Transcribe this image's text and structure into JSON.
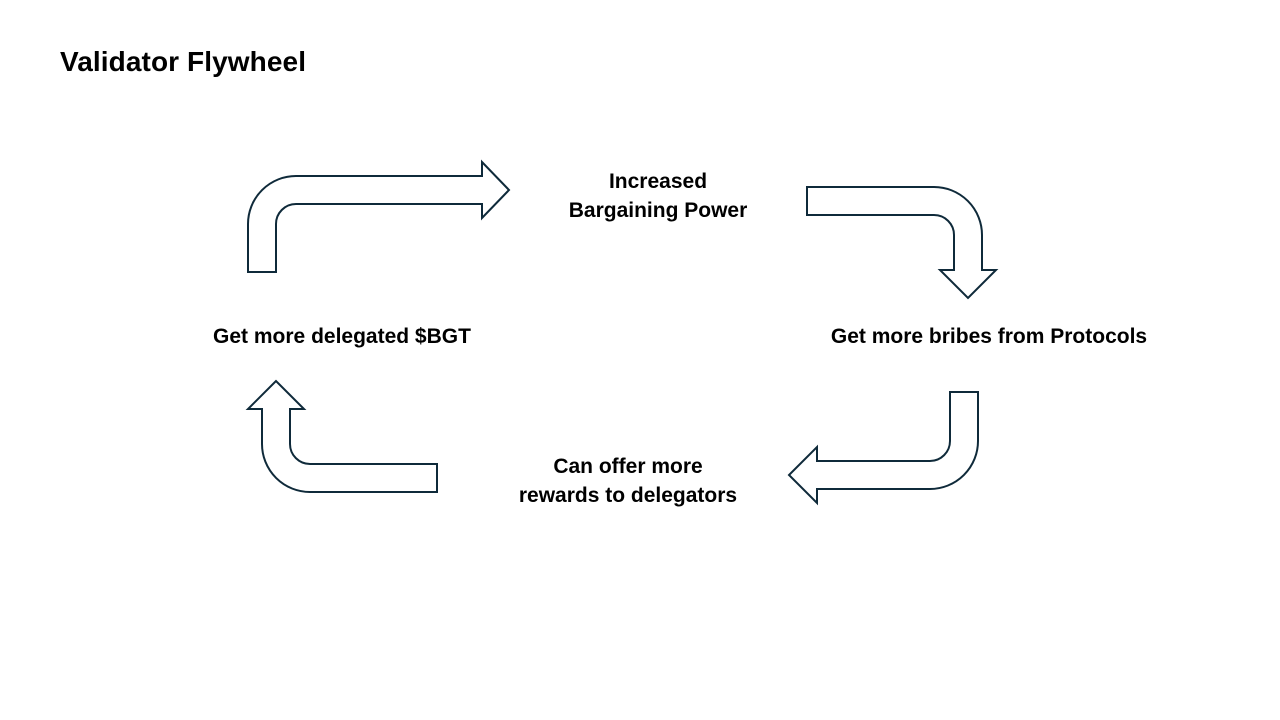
{
  "title": "Validator Flywheel",
  "nodes": {
    "top": {
      "line1": "Increased",
      "line2": "Bargaining Power"
    },
    "right": {
      "text": "Get more bribes from Protocols"
    },
    "bottom": {
      "line1": "Can offer more",
      "line2": "rewards to delegators"
    },
    "left": {
      "text": "Get more delegated $BGT"
    }
  },
  "colors": {
    "arrow_stroke": "#0f2a3a",
    "arrow_fill": "#ffffff",
    "text": "#000000"
  }
}
